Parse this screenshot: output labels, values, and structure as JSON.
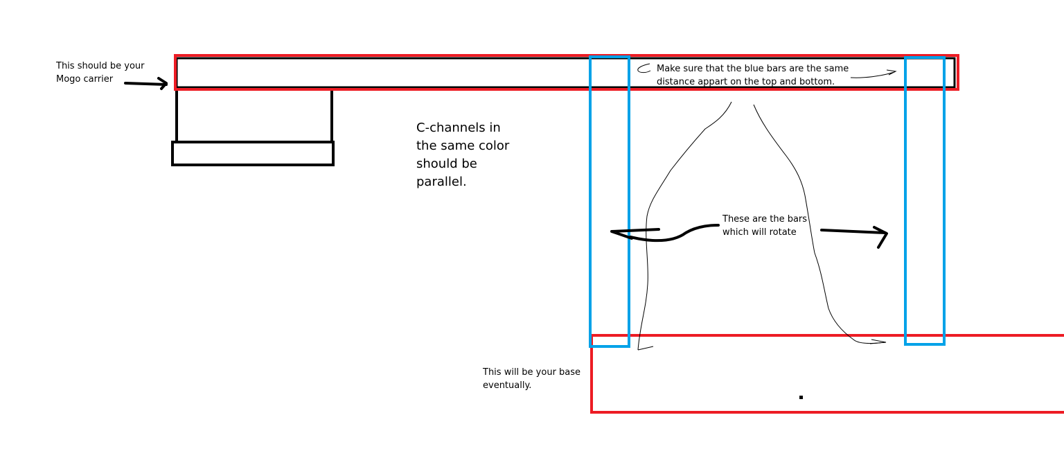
{
  "annotations": {
    "mogo_carrier_note": "This should be your\nMogo carrier",
    "c_channels_note": "C-channels in\nthe same color\nshould be\nparallel.",
    "blue_bars_note": "Make sure that the blue bars are the same\ndistance appart on the top and bottom.",
    "rotating_bars_note": "These are the bars\nwhich will rotate",
    "base_note": "This will be your base\neventually."
  },
  "colors": {
    "red": "#ed1c24",
    "blue": "#00a2e8",
    "black": "#000000",
    "background": "#ffffff"
  }
}
